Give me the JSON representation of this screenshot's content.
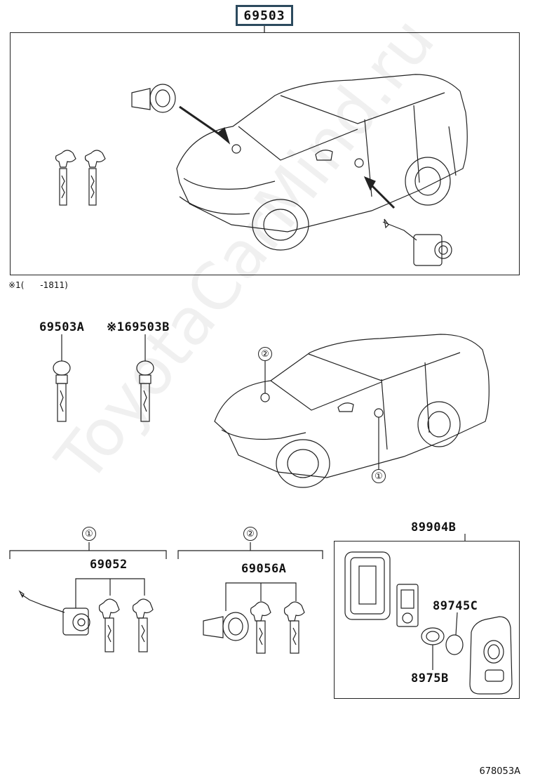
{
  "header": {
    "part_number": "69503"
  },
  "note": "※1(      -1811)",
  "top_parts": {
    "key_a": "69503A",
    "key_b": "※169503B"
  },
  "markers": {
    "one": "①",
    "two": "②"
  },
  "section1": {
    "marker": "①",
    "part_number": "69052"
  },
  "section2": {
    "marker": "②",
    "part_number": "69056A"
  },
  "section3": {
    "part_number": "89904B",
    "battery": "89745C",
    "holder": "8975B"
  },
  "catalog_id": "678053A",
  "watermark": "ToyotaCarMind.ru"
}
